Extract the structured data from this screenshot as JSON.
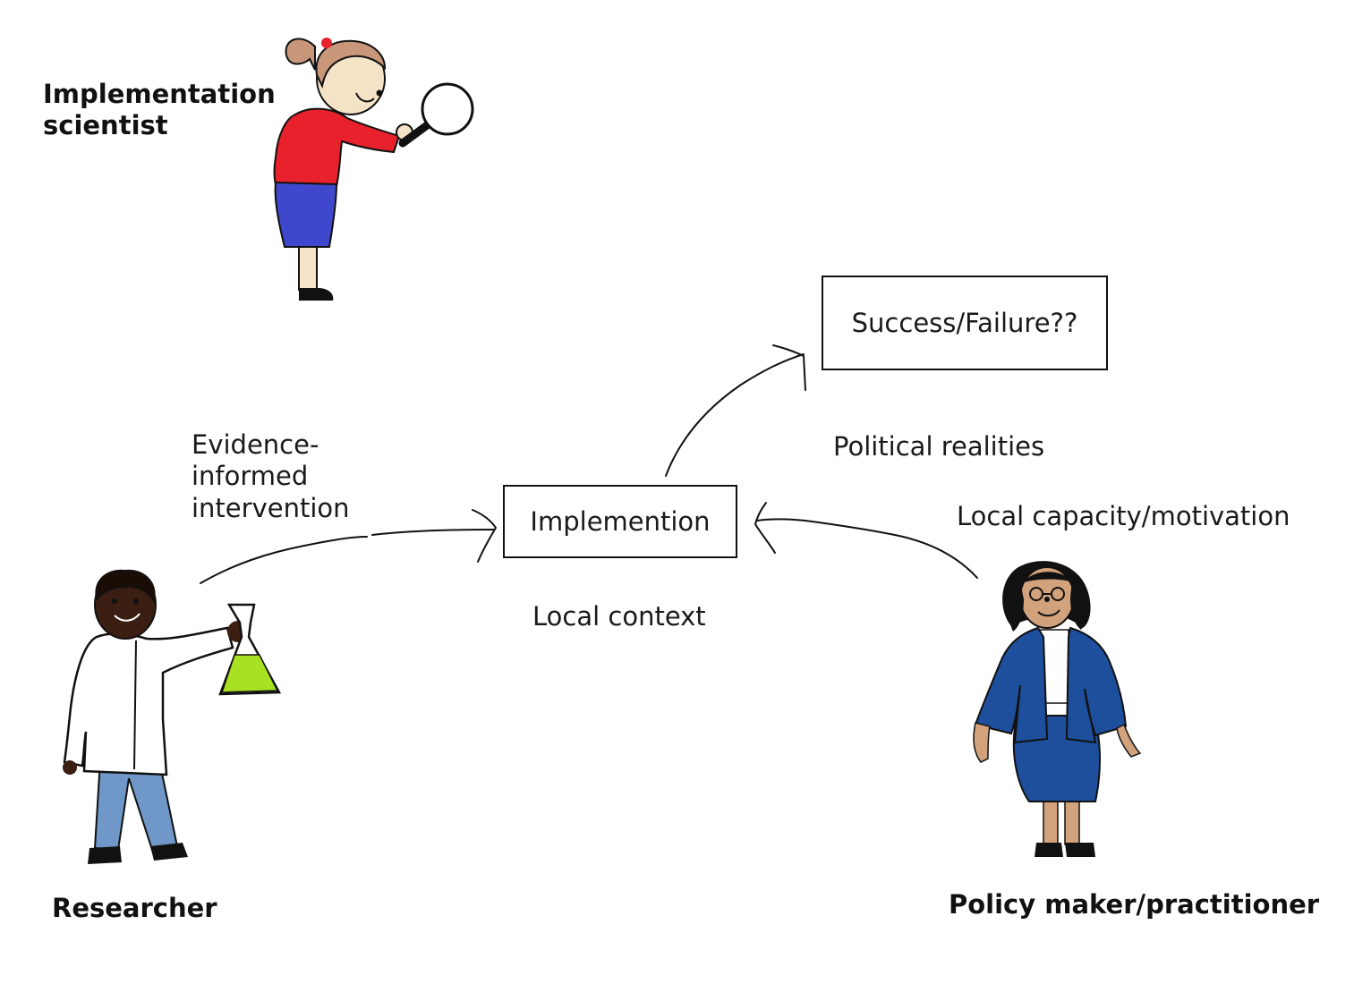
{
  "actors": {
    "implementation_scientist": {
      "label_line1": "Implementation",
      "label_line2": "scientist"
    },
    "researcher": {
      "label": "Researcher"
    },
    "policy_maker": {
      "label": "Policy maker/practitioner"
    }
  },
  "boxes": {
    "implementation": "Implemention",
    "outcome": "Success/Failure??"
  },
  "annotations": {
    "evidence_line1": "Evidence-",
    "evidence_line2": "informed",
    "evidence_line3": "intervention",
    "local_context": "Local context",
    "political_realities": "Political realities",
    "local_capacity": "Local capacity/motivation"
  },
  "colors": {
    "scientist_shirt": "#e8212c",
    "scientist_skirt": "#3f48cc",
    "scientist_hair": "#c8977a",
    "scientist_skin": "#f5e3c8",
    "researcher_skin": "#3a1e12",
    "researcher_pants": "#6f98c8",
    "flask_liquid": "#a8e022",
    "policy_suit": "#1e4f9c",
    "policy_skin": "#d1a27c",
    "ink": "#111111"
  },
  "icons": [
    "magnifying-glass-icon",
    "flask-icon",
    "glasses-icon"
  ]
}
